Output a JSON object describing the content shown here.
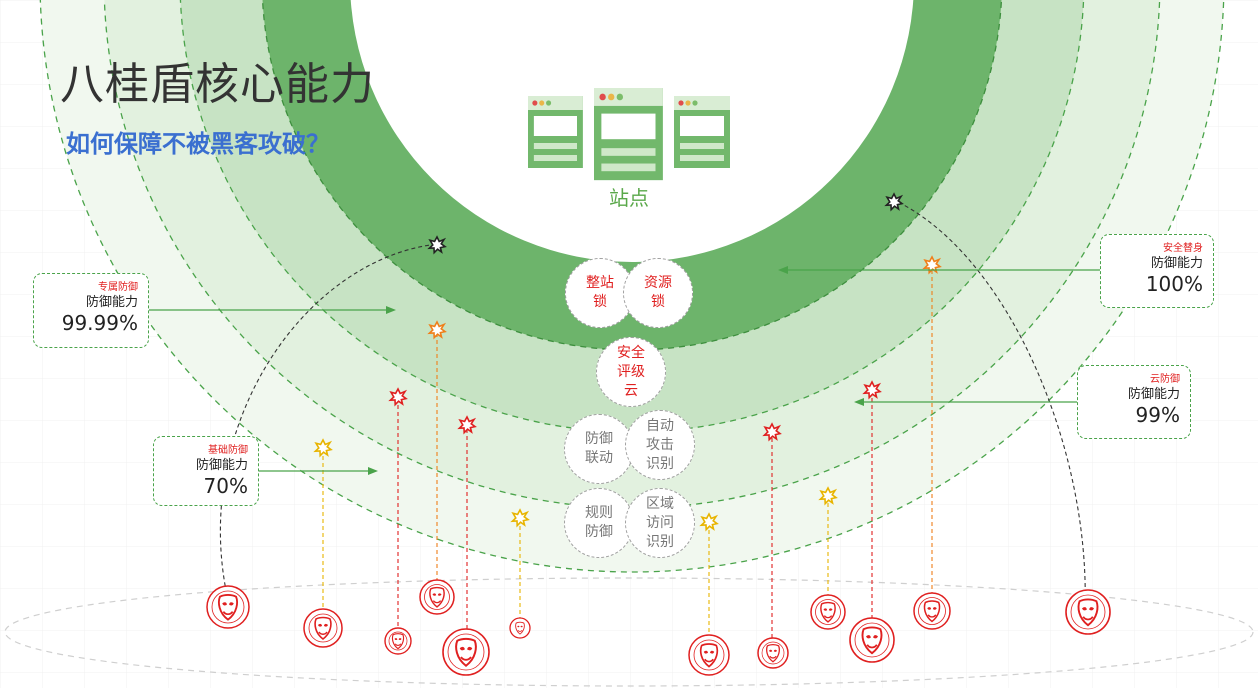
{
  "header": {
    "title": "八桂盾核心能力",
    "subtitle": "如何保障不被黑客攻破？"
  },
  "site": {
    "label": "站点"
  },
  "colors": {
    "green_dark": "#6db46b",
    "green_mid": "#c7e3c4",
    "green_light": "#e2f1df",
    "green_pale": "#f1f8ef",
    "dash_green": "#4aa34a",
    "subtitle_blue": "#3a6fd0",
    "tag_red": "#e02020",
    "badge_red": "#e02020",
    "badge_gray": "#777777",
    "site_green": "#5aa84a"
  },
  "defense_boxes": {
    "exclusive": {
      "tag": "专属防御",
      "label": "防御能力",
      "value": "99.99%"
    },
    "basic": {
      "tag": "基础防御",
      "label": "防御能力",
      "value": "70%"
    },
    "security_substitute": {
      "tag": "安全替身",
      "label": "防御能力",
      "value": "100%"
    },
    "cloud": {
      "tag": "云防御",
      "label": "防御能力",
      "value": "99%"
    }
  },
  "capabilities": {
    "site_lock": "整站\n锁",
    "resource_lock": "资源\n锁",
    "security_rating_cloud": "安全\n评级\n云",
    "defense_linkage": "防御\n联动",
    "auto_attack_identify": "自动\n攻击\n识别",
    "rule_defense": "规则\n防御",
    "region_access_identify": "区域\n访问\n识别"
  },
  "icons": {
    "browser_window": "browser-window-icon",
    "attack_burst": "attack-burst-icon",
    "hacker": "hacker-mask-icon"
  }
}
